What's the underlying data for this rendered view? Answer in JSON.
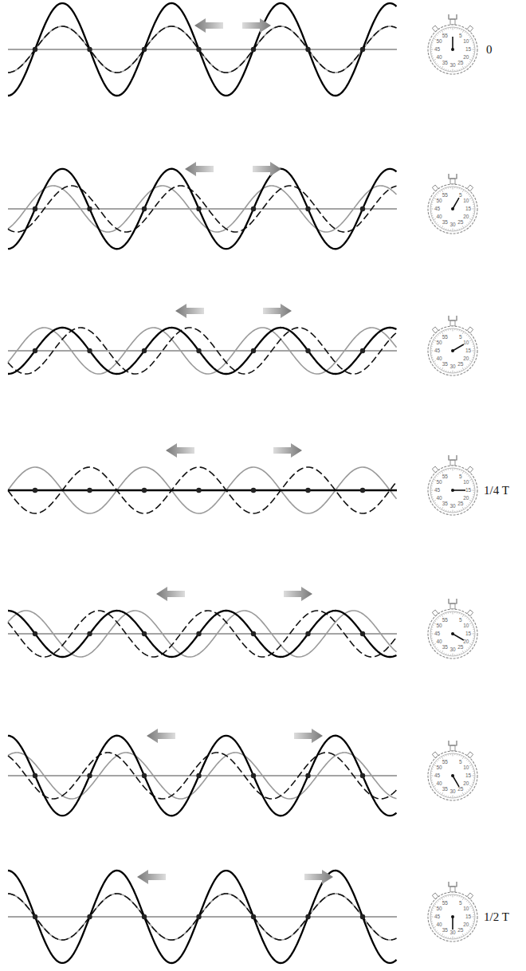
{
  "diagram": {
    "labels": [
      "55",
      "5",
      "50",
      "10",
      "45",
      "15",
      "40",
      "20",
      "35",
      "25",
      "30",
      "0",
      "55",
      "5",
      "50",
      "10",
      "45",
      "15",
      "40",
      "20",
      "35",
      "25",
      "30",
      "55",
      "5",
      "50",
      "10",
      "45",
      "15",
      "40",
      "20",
      "35",
      "25",
      "30",
      "55",
      "5",
      "50",
      "10",
      "45",
      "15",
      "40",
      "20",
      "35",
      "25",
      "30",
      "1/4 T",
      "55",
      "5",
      "50",
      "10",
      "45",
      "15",
      "40",
      "20",
      "35",
      "25",
      "30",
      "55",
      "5",
      "50",
      "10",
      "45",
      "15",
      "40",
      "20",
      "35",
      "25",
      "30",
      "55",
      "5",
      "50",
      "10",
      "45",
      "15",
      "40",
      "20",
      "35",
      "25",
      "30",
      "1/2 T"
    ]
  }
}
